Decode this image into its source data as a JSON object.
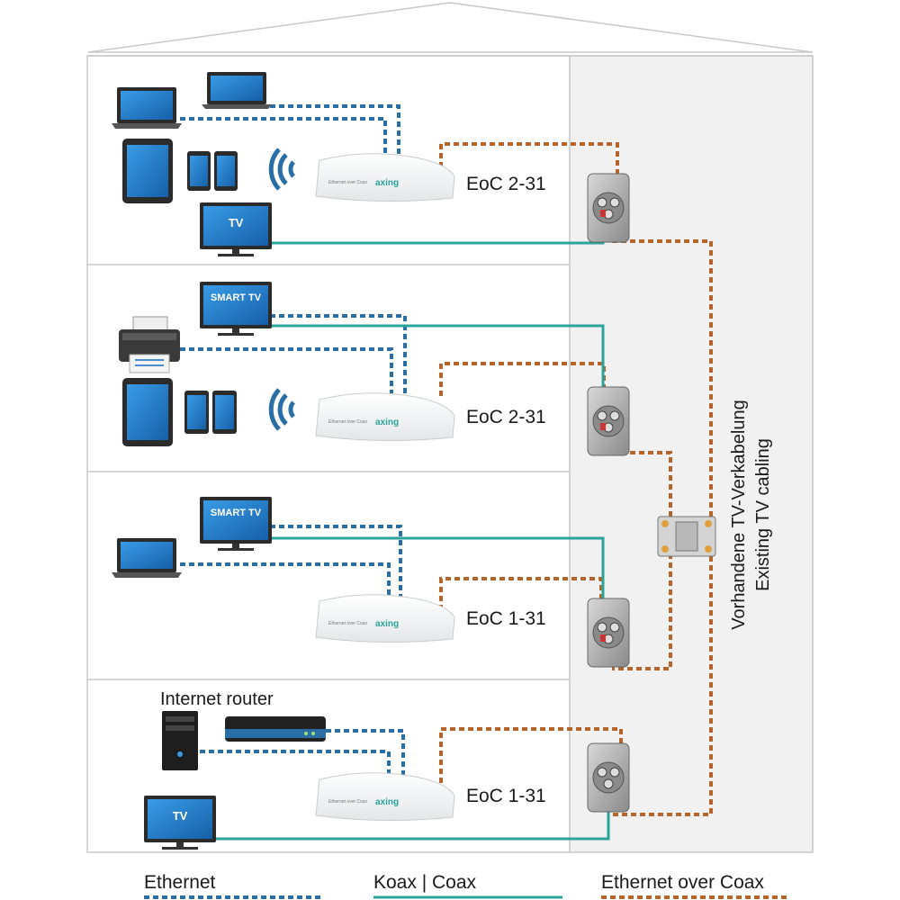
{
  "modems": [
    {
      "label": "EoC 2-31",
      "brand": "axing",
      "front_text": "Ethernet over Coax"
    },
    {
      "label": "EoC 2-31",
      "brand": "axing",
      "front_text": "Ethernet over Coax"
    },
    {
      "label": "EoC 1-31",
      "brand": "axing",
      "front_text": "Ethernet over Coax"
    },
    {
      "label": "EoC 1-31",
      "brand": "axing",
      "front_text": "Ethernet over Coax"
    }
  ],
  "screens": {
    "tv_top": "TV",
    "smart_tv_1": "SMART TV",
    "smart_tv_2": "SMART TV",
    "tv_bottom": "TV"
  },
  "router_label": "Internet router",
  "cabling_label": {
    "line1": "Vorhandene TV-Verkabelung",
    "line2": "Existing TV cabling"
  },
  "legend": [
    {
      "label": "Ethernet",
      "color": "#2a6ea6",
      "style": "dashed"
    },
    {
      "label": "Koax | Coax",
      "color": "#2aa39a",
      "style": "solid"
    },
    {
      "label": "Ethernet over Coax",
      "color": "#b5652a",
      "style": "dashed"
    }
  ],
  "colors": {
    "ethernet": "#2a6ea6",
    "coax": "#2aa39a",
    "eoc": "#b5652a",
    "device_screen": "#1f74c4",
    "house_outline": "#c8c8c8"
  }
}
